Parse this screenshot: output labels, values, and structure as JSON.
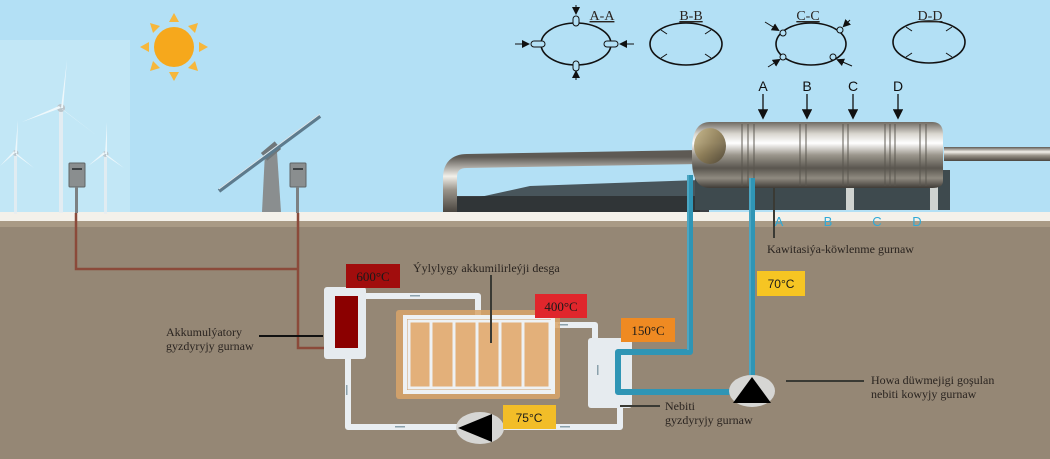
{
  "sections": [
    {
      "id": "A-A",
      "label": "A-A"
    },
    {
      "id": "B-B",
      "label": "B-B"
    },
    {
      "id": "C-C",
      "label": "C-C"
    },
    {
      "id": "D-D",
      "label": "D-D"
    }
  ],
  "section_markers_top": [
    "A",
    "B",
    "C",
    "D"
  ],
  "section_markers_ground": [
    "A",
    "B",
    "C",
    "D"
  ],
  "labels": {
    "cavitation_furnace": "Kawitasiýa-köwlenme gurnaw",
    "heat_accumulator": "Ýylylygy akkumilirleýji desga",
    "accumulator_heater_line1": "Akkumulýatory",
    "accumulator_heater_line2": "gyzdyryjy gurnaw",
    "oil_heater_line1": "Nebiti",
    "oil_heater_line2": "gyzdyryjy gurnaw",
    "oil_pump_line1": "Howa düwmejigi goşulan",
    "oil_pump_line2": "nebiti kowyjy gurnaw"
  },
  "temperatures": {
    "t600": "600°C",
    "t400": "400°C",
    "t150": "150°C",
    "t70": "70°C",
    "t75": "75°C"
  },
  "colors": {
    "sky": "#b3e0f5",
    "ground": "#958775",
    "ground_stripe": "#f4f1ea",
    "sun": "#f6a81c",
    "oil_pipe": "#2f95b5",
    "heat_pipe": "#e9eef2",
    "power_line": "#8b4a3a",
    "heater_core": "#8b0000",
    "accumulator_fill": "#e3b07a",
    "t600_bg": "#a10d0d",
    "t400_bg": "#e0262c",
    "t150_bg": "#ef8a22",
    "t70_bg": "#f6c523",
    "t75_bg": "#f2bd28"
  }
}
